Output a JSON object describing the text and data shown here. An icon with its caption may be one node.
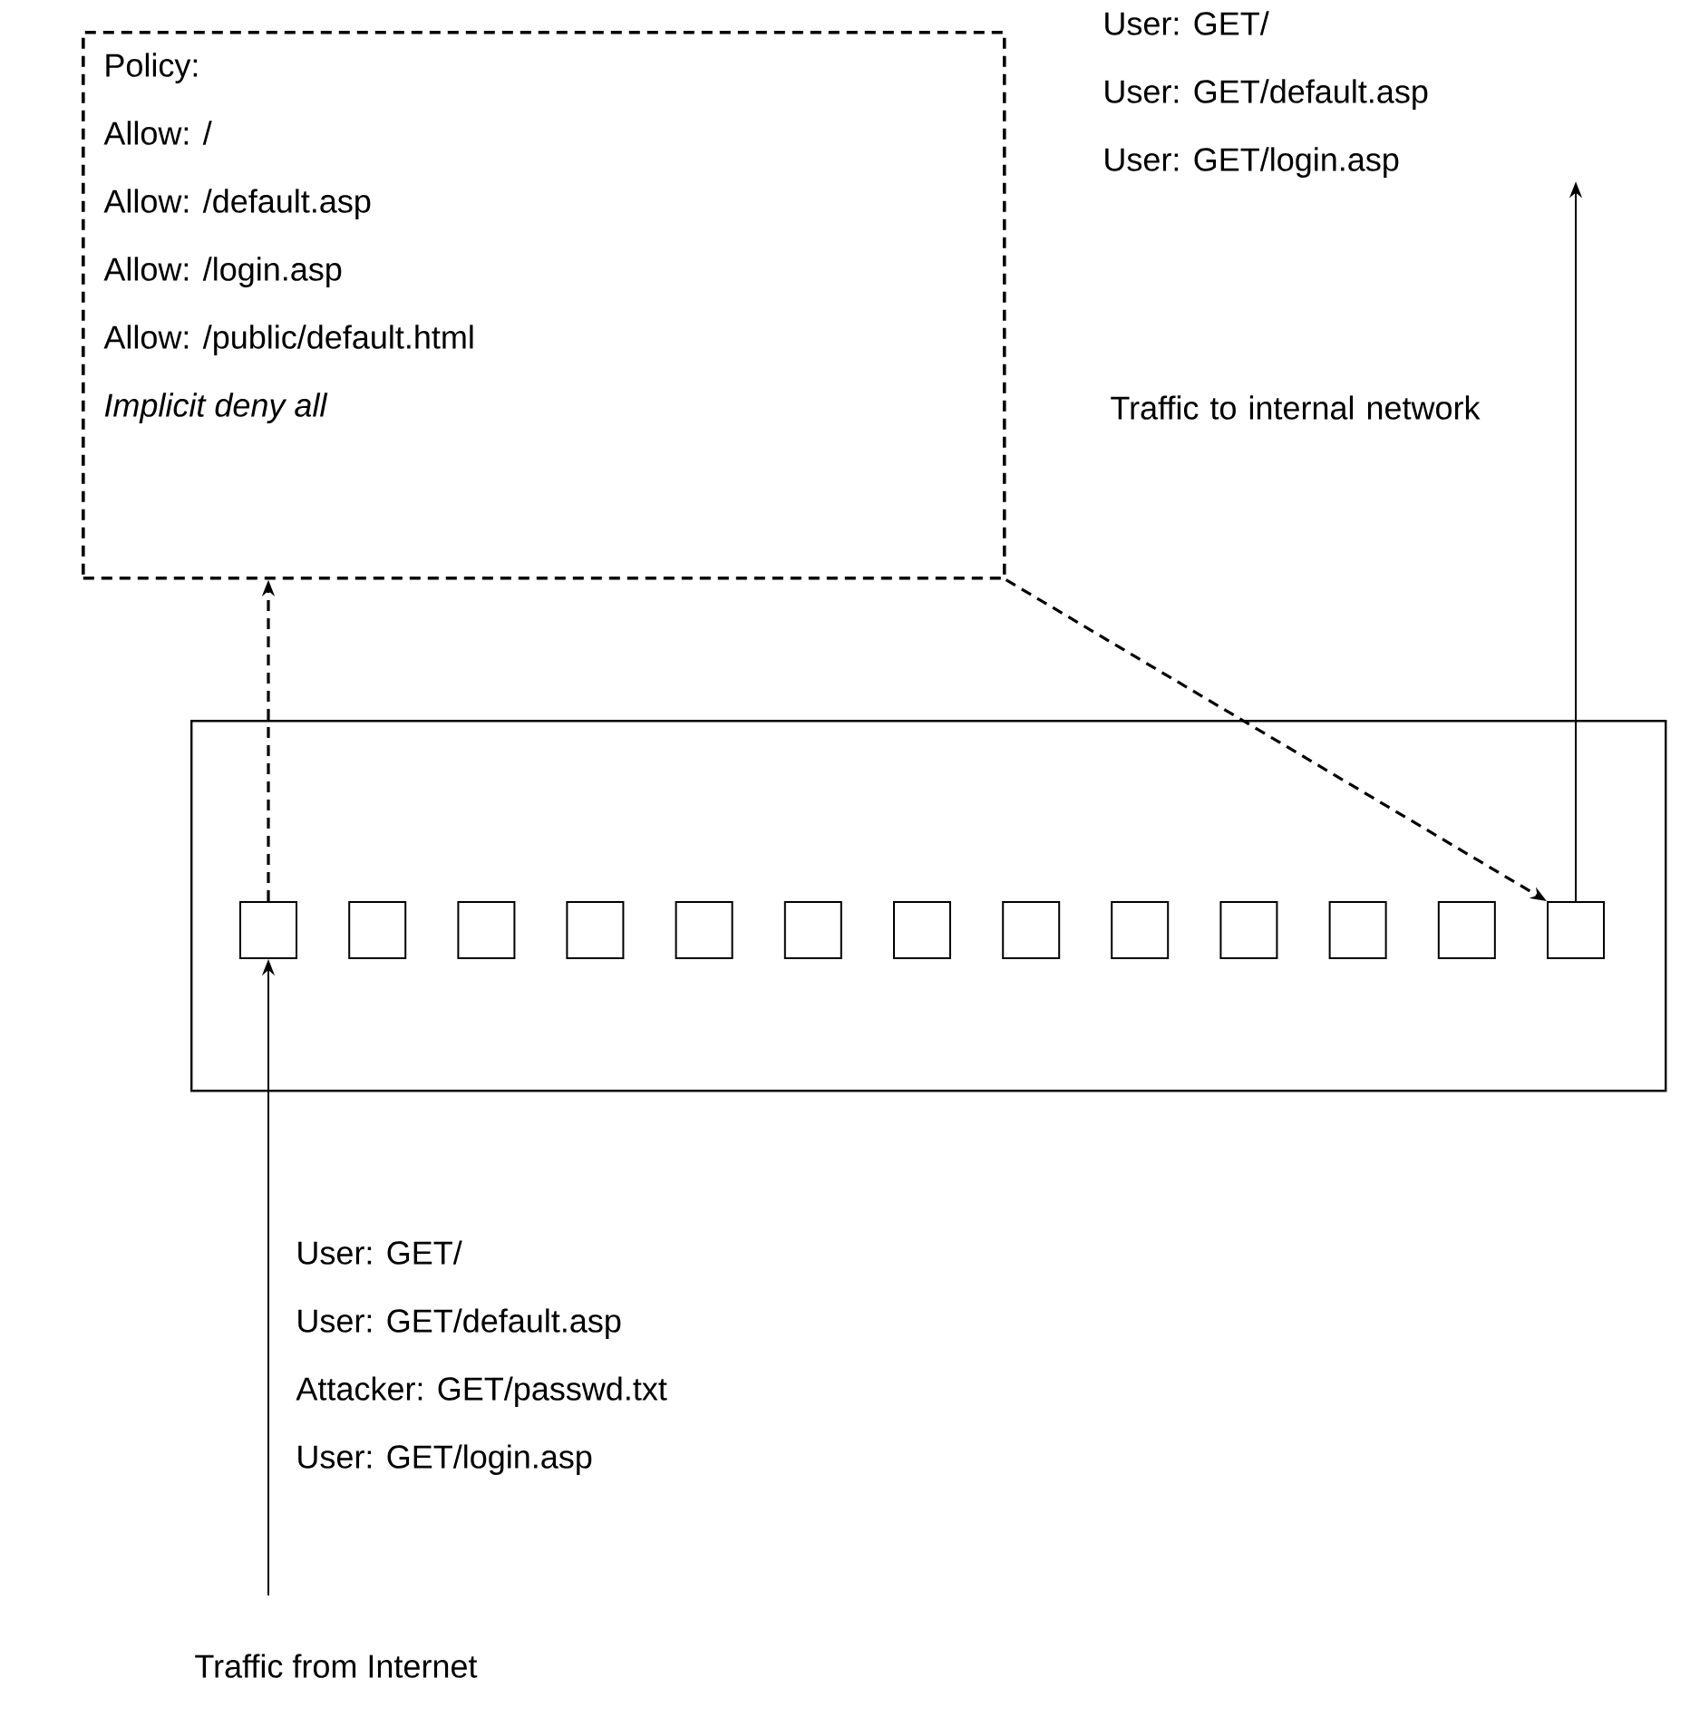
{
  "diagram": {
    "nodes": [
      {
        "text": [
          "Policy:",
          "Allow: /",
          "Allow: /default.asp",
          "Allow: /login.asp",
          "Allow: /public/default.html",
          "Implicit deny all"
        ]
      },
      {
        "text": [],
        "shape": "box"
      },
      {
        "text": [],
        "shape": "box",
        "in": 1
      },
      {
        "text": [],
        "shape": "box",
        "in": 1
      },
      {
        "text": [],
        "shape": "box",
        "in": 1
      },
      {
        "text": [],
        "shape": "box",
        "in": 1
      },
      {
        "text": [],
        "shape": "box",
        "in": 1
      },
      {
        "text": [],
        "shape": "box",
        "in": 1
      },
      {
        "text": [],
        "shape": "box",
        "in": 1
      },
      {
        "text": [],
        "shape": "box",
        "in": 1
      },
      {
        "text": [],
        "shape": "box",
        "in": 1
      },
      {
        "text": [],
        "shape": "box",
        "in": 1
      },
      {
        "text": [],
        "shape": "box",
        "in": 1
      },
      {
        "text": [],
        "shape": "box",
        "in": 1
      },
      {
        "text": [],
        "shape": "box",
        "in": 1
      },
      {
        "text": [
          "User: GET/",
          "User: GET/default.asp",
          "User: GET/login.asp"
        ]
      },
      {
        "text": [
          "Traffic from Internet"
        ]
      }
    ],
    "edges": [
      {
        "from": 2,
        "to": 0,
        "arrow": "to",
        "style": "dashed"
      },
      {
        "from": 0,
        "to": 14,
        "arrow": "to",
        "style": "dashed"
      },
      {
        "from": 14,
        "to": 15,
        "arrow": "to"
      },
      {
        "from": 16,
        "to": 2,
        "arrow": "to"
      }
    ],
    "labels": [
      "Traffic to internal network",
      "User: GET/",
      "User: GET/default.asp",
      "Attacker: GET/passwd.txt",
      "User: GET/login.asp"
    ]
  }
}
